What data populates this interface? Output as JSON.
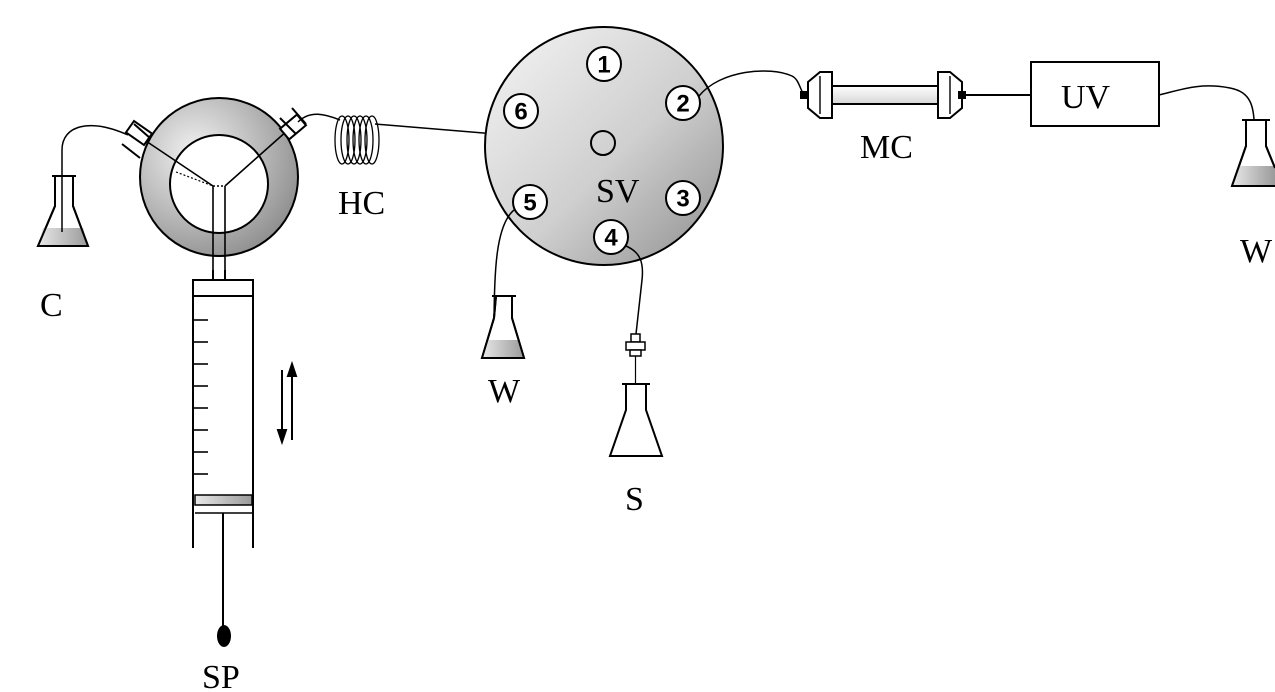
{
  "labels": {
    "carrier": "C",
    "holding_coil": "HC",
    "selection_valve": "SV",
    "waste_center": "W",
    "sample": "S",
    "syringe_pump": "SP",
    "microcolumn": "MC",
    "detector": "UV",
    "waste_right": "W"
  },
  "ports": [
    "1",
    "2",
    "3",
    "4",
    "5",
    "6"
  ],
  "colors": {
    "stroke": "#000000",
    "grey_light": "#f4f4f4",
    "grey_dark": "#8c8c8c"
  }
}
